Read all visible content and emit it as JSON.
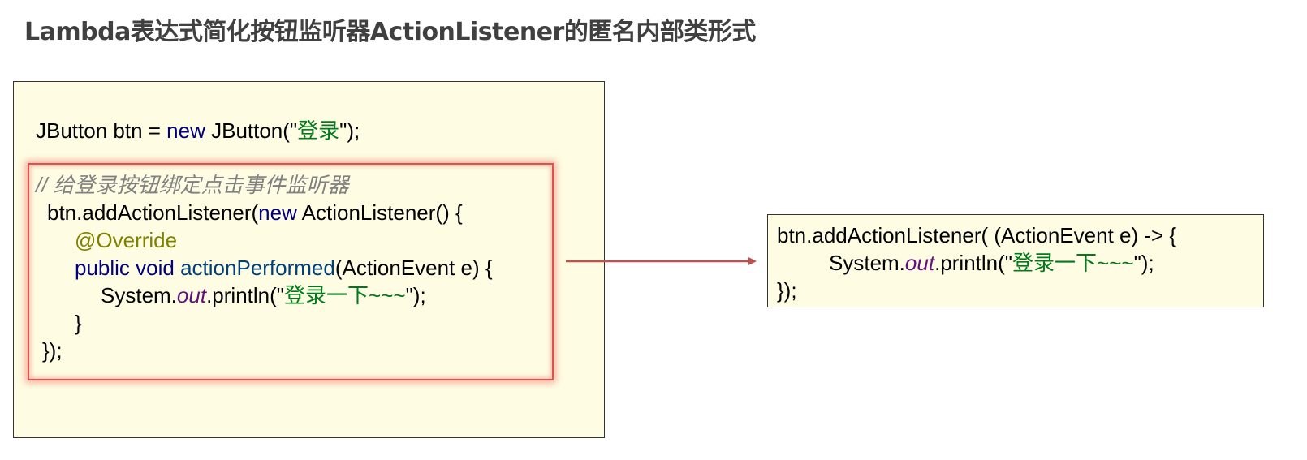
{
  "title": "Lambda表达式简化按钮监听器ActionListener的匿名内部类形式",
  "left_code": {
    "line1": {
      "a": "JButton btn = ",
      "b": "new",
      "c": " JButton(\"",
      "d": "登录",
      "e": "\");"
    },
    "comment": "// 给登录按钮绑定点击事件监听器",
    "line2": {
      "a": "btn.addActionListener(",
      "b": "new",
      "c": " ActionListener() {"
    },
    "line3": "@Override",
    "line4": {
      "a": "public void",
      "b": " ",
      "c": "actionPerformed",
      "d": "(ActionEvent e) {"
    },
    "line5": {
      "a": "System.",
      "b": "out",
      "c": ".println(\"",
      "d": "登录一下~~~",
      "e": "\");"
    },
    "line6": "}",
    "line7": "});"
  },
  "right_code": {
    "line1": "btn.addActionListener( (ActionEvent e) -> {",
    "line2": {
      "a": "System.",
      "b": "out",
      "c": ".println(\"",
      "d": "登录一下~~~",
      "e": "\");"
    },
    "line3": "});"
  },
  "colors": {
    "box_background": "#fefde3",
    "highlight_border": "#d9534f",
    "arrow": "#c0504d",
    "keyword": "#000080",
    "string": "#007a1c",
    "annotation": "#808000",
    "field": "#660e7a",
    "comment": "#808080"
  }
}
